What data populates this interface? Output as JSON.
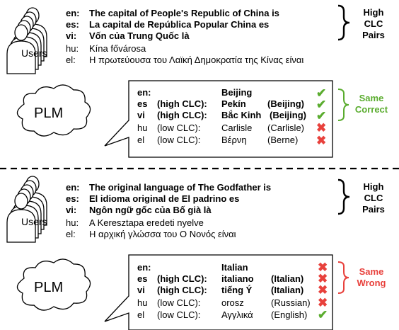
{
  "palette": {
    "correct": "#5aac2e",
    "wrong": "#e8413c",
    "text": "#000000"
  },
  "actors": {
    "user_label": "Users",
    "model_label": "PLM"
  },
  "group_labels": {
    "high_clc_pairs": [
      "High",
      "CLC",
      "Pairs"
    ],
    "same_correct": [
      "Same",
      "Correct"
    ],
    "same_wrong": [
      "Same",
      "Wrong"
    ]
  },
  "examples": [
    {
      "queries": [
        {
          "lang": "en:",
          "text": "The capital of People's Republic of China is"
        },
        {
          "lang": "es:",
          "text": "La capital de República Popular China es"
        },
        {
          "lang": "vi:",
          "text": "Vốn của Trung Quốc là"
        },
        {
          "lang": "hu:",
          "text": "Kína fővárosa"
        },
        {
          "lang": "el:",
          "text": "Η πρωτεύουσα του Λαϊκή Δημοκρατία της Κίνας είναι"
        }
      ],
      "answers": [
        {
          "lang": "en:",
          "tag": "",
          "answer": "Beijing",
          "gloss": "",
          "mark": "check"
        },
        {
          "lang": "es",
          "tag": "(high CLC):",
          "answer": "Pekín",
          "gloss": "(Beijing)",
          "mark": "check"
        },
        {
          "lang": "vi",
          "tag": "(high CLC):",
          "answer": "Bắc Kinh",
          "gloss": "(Beijing)",
          "mark": "check"
        },
        {
          "lang": "hu",
          "tag": "(low CLC):",
          "answer": "Carlisle",
          "gloss": "(Carlisle)",
          "mark": "cross"
        },
        {
          "lang": "el",
          "tag": "(low CLC):",
          "answer": "Βέρνη",
          "gloss": "(Berne)",
          "mark": "cross"
        }
      ]
    },
    {
      "queries": [
        {
          "lang": "en:",
          "text": "The original language of The Godfather is"
        },
        {
          "lang": "es:",
          "text": "El idioma original de El padrino es"
        },
        {
          "lang": "vi:",
          "text": "Ngôn ngữ gốc của Bố già là"
        },
        {
          "lang": "hu:",
          "text": "A Keresztapa eredeti nyelve"
        },
        {
          "lang": "el:",
          "text": "Η αρχική γλώσσα του Ο Νονός είναι"
        }
      ],
      "answers": [
        {
          "lang": "en:",
          "tag": "",
          "answer": "Italian",
          "gloss": "",
          "mark": "cross"
        },
        {
          "lang": "es",
          "tag": "(high CLC):",
          "answer": "italiano",
          "gloss": "(Italian)",
          "mark": "cross"
        },
        {
          "lang": "vi",
          "tag": "(high CLC):",
          "answer": "tiếng Ý",
          "gloss": "(Italian)",
          "mark": "cross"
        },
        {
          "lang": "hu",
          "tag": "(low CLC):",
          "answer": "orosz",
          "gloss": "(Russian)",
          "mark": "cross"
        },
        {
          "lang": "el",
          "tag": "(low CLC):",
          "answer": "Αγγλικά",
          "gloss": "(English)",
          "mark": "check"
        }
      ]
    }
  ]
}
